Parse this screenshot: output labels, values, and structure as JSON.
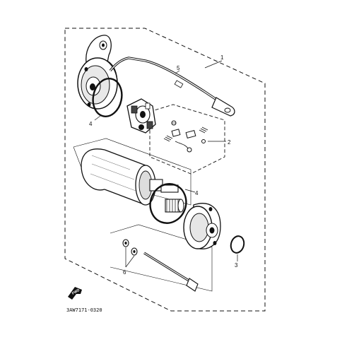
{
  "callouts": {
    "c1": "1",
    "c2": "2",
    "c3": "3",
    "c4_top": "4",
    "c4_mid": "4",
    "c5": "5",
    "c6": "6"
  },
  "part_code": "3AW7171-0320",
  "fwd_label": "FWD",
  "colors": {
    "line": "#111111",
    "background": "#ffffff"
  }
}
